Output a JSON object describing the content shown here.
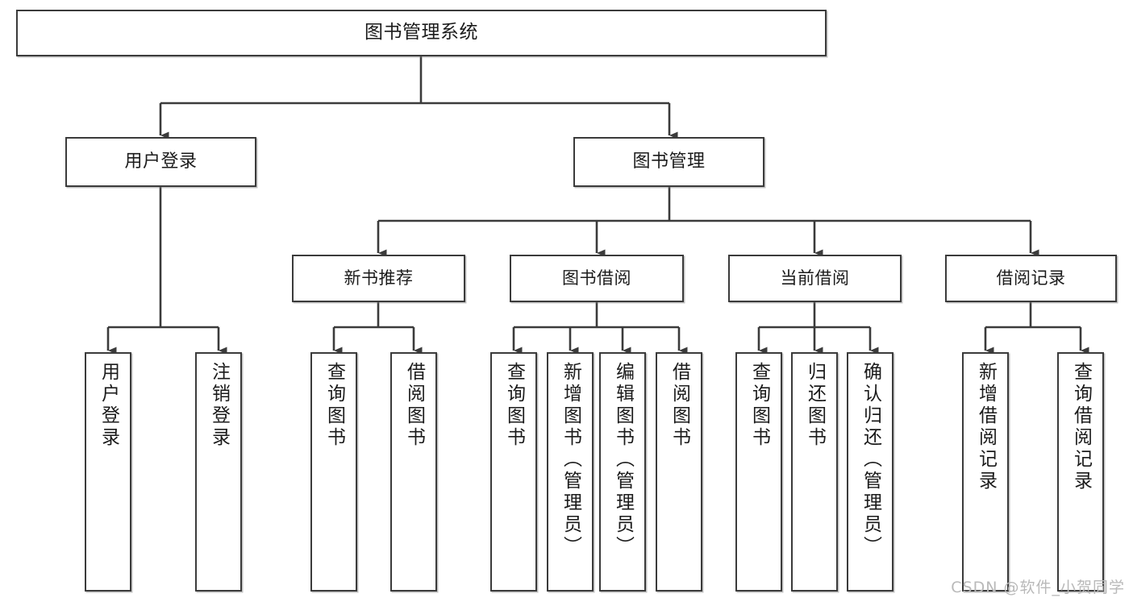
{
  "diagram": {
    "title": "图书管理系统",
    "type": "hierarchy-tree",
    "colors": {
      "stroke": "#3b3b3b",
      "text": "#1b1b1b",
      "background": "#ffffff",
      "watermark": "#b9b9b9"
    },
    "root": {
      "label": "图书管理系统"
    },
    "level2": [
      {
        "label": "用户登录"
      },
      {
        "label": "图书管理"
      }
    ],
    "level3": [
      {
        "label": "新书推荐"
      },
      {
        "label": "图书借阅"
      },
      {
        "label": "当前借阅"
      },
      {
        "label": "借阅记录"
      }
    ],
    "leaves": [
      {
        "label": "用户登录",
        "parent": "用户登录"
      },
      {
        "label": "注销登录",
        "parent": "用户登录"
      },
      {
        "label": "查询图书",
        "parent": "新书推荐"
      },
      {
        "label": "借阅图书",
        "parent": "新书推荐"
      },
      {
        "label": "查询图书",
        "parent": "图书借阅"
      },
      {
        "label": "新增图书（管理员）",
        "parent": "图书借阅"
      },
      {
        "label": "编辑图书（管理员）",
        "parent": "图书借阅"
      },
      {
        "label": "借阅图书",
        "parent": "图书借阅"
      },
      {
        "label": "查询图书",
        "parent": "当前借阅"
      },
      {
        "label": "归还图书",
        "parent": "当前借阅"
      },
      {
        "label": "确认归还（管理员）",
        "parent": "当前借阅"
      },
      {
        "label": "新增借阅记录",
        "parent": "借阅记录"
      },
      {
        "label": "查询借阅记录",
        "parent": "借阅记录"
      }
    ]
  },
  "watermark": {
    "text": "CSDN @软件_小贺同学"
  }
}
